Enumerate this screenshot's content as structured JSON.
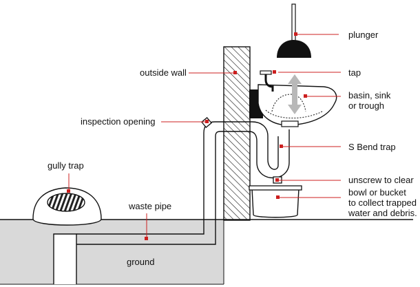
{
  "labels": {
    "plunger": "plunger",
    "tap": "tap",
    "outside_wall": "outside wall",
    "basin_line1": "basin, sink",
    "basin_line2": "or trough",
    "inspection_opening": "inspection opening",
    "s_bend_trap": "S Bend trap",
    "gully_trap": "gully trap",
    "unscrew_to_clear": "unscrew to clear",
    "bowl_line1": "bowl or bucket",
    "bowl_line2": "to collect trapped",
    "bowl_line3": "water and debris.",
    "waste_pipe": "waste pipe",
    "ground": "ground"
  },
  "colors": {
    "leader": "#cc1f1f",
    "ground_fill": "#d9d9d9",
    "outline": "#111111",
    "arrow": "#b8b8b8"
  }
}
